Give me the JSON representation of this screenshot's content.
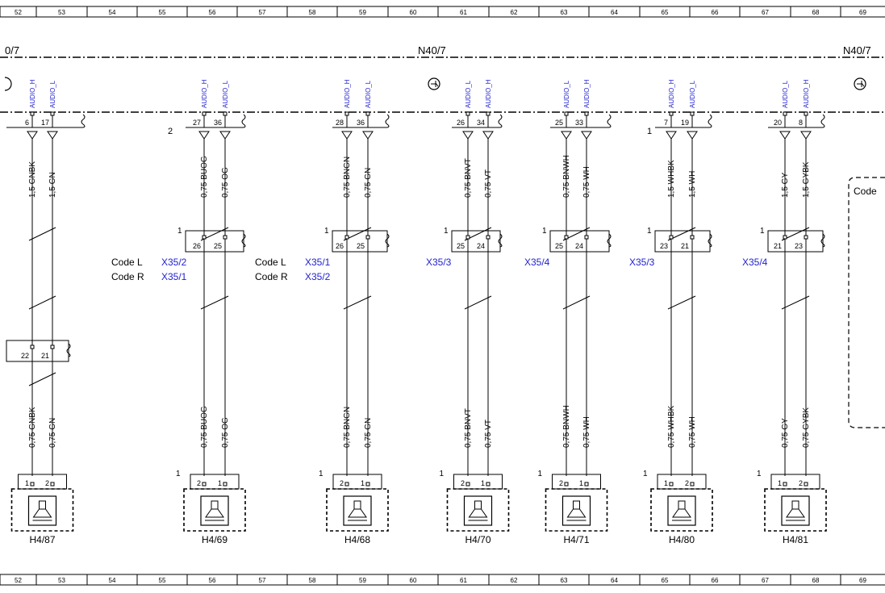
{
  "grid": {
    "columns": [
      "52",
      "53",
      "54",
      "55",
      "56",
      "57",
      "58",
      "59",
      "60",
      "61",
      "62",
      "63",
      "64",
      "65",
      "66",
      "67",
      "68",
      "69"
    ]
  },
  "module": {
    "left_label": "0/7",
    "center_label": "N40/7",
    "right_label": "N40/7"
  },
  "connector_group_labels": {
    "left_2": "2",
    "right_1": "1"
  },
  "groups": [
    {
      "id": "g87",
      "pins": [
        {
          "signal": "AUDIO_H",
          "module_pin": "6",
          "top_wire": "1,5 GNBK",
          "bottom_wire": "0,75 GNBK",
          "speaker_pin": "1"
        },
        {
          "signal": "AUDIO_L",
          "module_pin": "17",
          "top_wire": "1,5 GN",
          "bottom_wire": "0,75 GN",
          "speaker_pin": "2"
        }
      ],
      "mid_conn": {
        "pins": [
          "22",
          "21"
        ]
      },
      "speaker": {
        "label": "H4/87",
        "ground": ""
      }
    },
    {
      "id": "g69",
      "pins": [
        {
          "signal": "AUDIO_H",
          "module_pin": "27",
          "top_wire": "0,75 BUOG",
          "bottom_wire": "0,75 BUOG",
          "speaker_pin": "2"
        },
        {
          "signal": "AUDIO_L",
          "module_pin": "36",
          "top_wire": "0,75 OG",
          "bottom_wire": "0,75 OG",
          "speaker_pin": "1"
        }
      ],
      "splice": {
        "pins": [
          "26",
          "25"
        ],
        "ref": "1"
      },
      "codes": [
        {
          "code": "Code L",
          "val": "X35/2"
        },
        {
          "code": "Code R",
          "val": "X35/1"
        }
      ],
      "speaker": {
        "label": "H4/69",
        "ground": "1"
      }
    },
    {
      "id": "g68",
      "pins": [
        {
          "signal": "AUDIO_H",
          "module_pin": "28",
          "top_wire": "0,75 BNGN",
          "bottom_wire": "0,75 BNGN",
          "speaker_pin": "2"
        },
        {
          "signal": "AUDIO_L",
          "module_pin": "36",
          "top_wire": "0,75 GN",
          "bottom_wire": "0,75 GN",
          "speaker_pin": "1"
        }
      ],
      "splice": {
        "pins": [
          "26",
          "25"
        ],
        "ref": "1"
      },
      "codes": [
        {
          "code": "Code L",
          "val": "X35/1"
        },
        {
          "code": "Code R",
          "val": "X35/2"
        }
      ],
      "speaker": {
        "label": "H4/68",
        "ground": "1"
      }
    },
    {
      "id": "g70",
      "pins": [
        {
          "signal": "AUDIO_L",
          "module_pin": "26",
          "top_wire": "0,75 BNVT",
          "bottom_wire": "0,75 BNVT",
          "speaker_pin": "2"
        },
        {
          "signal": "AUDIO_H",
          "module_pin": "34",
          "top_wire": "0,75 VT",
          "bottom_wire": "0,75 VT",
          "speaker_pin": "1"
        }
      ],
      "splice": {
        "pins": [
          "25",
          "24"
        ],
        "ref": "1"
      },
      "codes": [
        {
          "code": "",
          "val": "X35/3"
        }
      ],
      "speaker": {
        "label": "H4/70",
        "ground": "1"
      }
    },
    {
      "id": "g71",
      "pins": [
        {
          "signal": "AUDIO_L",
          "module_pin": "25",
          "top_wire": "0,75 BNWH",
          "bottom_wire": "0,75 BNWH",
          "speaker_pin": "2"
        },
        {
          "signal": "AUDIO_H",
          "module_pin": "33",
          "top_wire": "0,75 WH",
          "bottom_wire": "0,75 WH",
          "speaker_pin": "1"
        }
      ],
      "splice": {
        "pins": [
          "25",
          "24"
        ],
        "ref": "1"
      },
      "codes": [
        {
          "code": "",
          "val": "X35/4"
        }
      ],
      "speaker": {
        "label": "H4/71",
        "ground": "1"
      }
    },
    {
      "id": "g80",
      "pins": [
        {
          "signal": "AUDIO_H",
          "module_pin": "7",
          "top_wire": "1,5 WHBK",
          "bottom_wire": "0,75 WHBK",
          "speaker_pin": "1"
        },
        {
          "signal": "AUDIO_L",
          "module_pin": "19",
          "top_wire": "1,5 WH",
          "bottom_wire": "0,75 WH",
          "speaker_pin": "2"
        }
      ],
      "splice": {
        "pins": [
          "23",
          "21"
        ],
        "ref": "1"
      },
      "codes": [
        {
          "code": "",
          "val": "X35/3"
        }
      ],
      "speaker": {
        "label": "H4/80",
        "ground": "1"
      }
    },
    {
      "id": "g81",
      "pins": [
        {
          "signal": "AUDIO_L",
          "module_pin": "20",
          "top_wire": "1,5 GY",
          "bottom_wire": "0,75 GY",
          "speaker_pin": "1"
        },
        {
          "signal": "AUDIO_H",
          "module_pin": "8",
          "top_wire": "1,5 GYBK",
          "bottom_wire": "0,75 GYBK",
          "speaker_pin": "2"
        }
      ],
      "splice": {
        "pins": [
          "21",
          "23"
        ],
        "ref": "1"
      },
      "codes": [
        {
          "code": "",
          "val": "X35/4"
        }
      ],
      "speaker": {
        "label": "H4/81",
        "ground": "1"
      }
    }
  ],
  "right_box_label": "Code",
  "colors": {
    "ink": "#000000",
    "code_blue": "#1f1fd0",
    "signal_blue": "#1f1fd0"
  }
}
